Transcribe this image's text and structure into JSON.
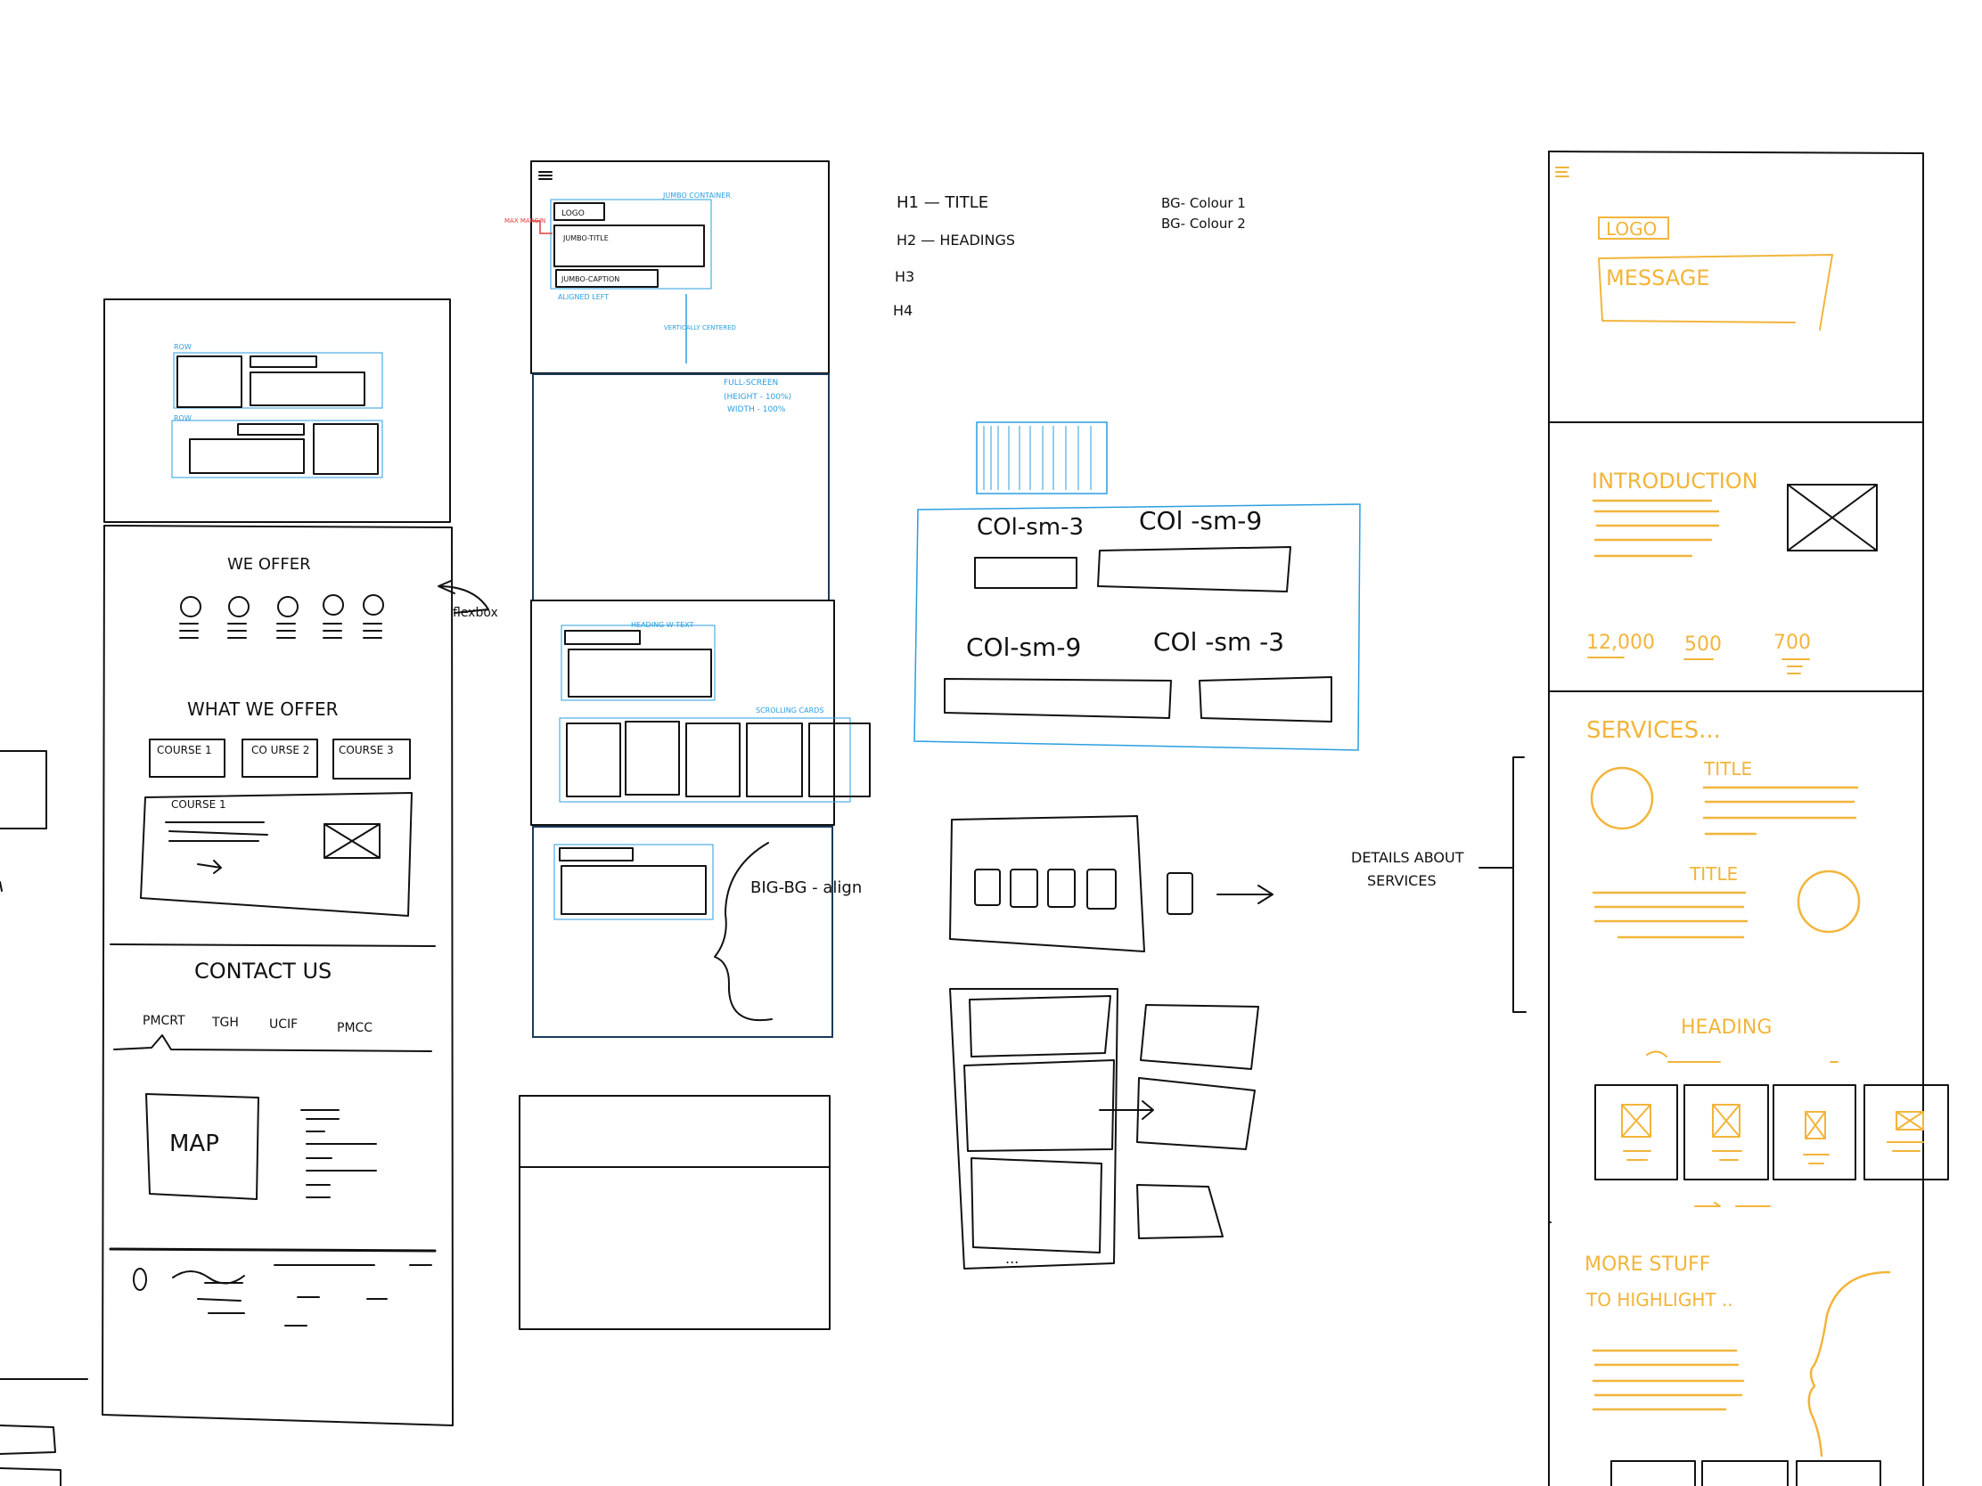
{
  "colors": {
    "ink": "#111111",
    "accent_blue": "#2b9ee0",
    "accent_gold": "#f2b53a",
    "accent_red": "#e23b3b",
    "background": "#ffffff"
  },
  "wireframe_a": {
    "row_label_1": "ROW",
    "row_label_2": "ROW",
    "we_offer": "WE OFFER",
    "what_we_offer": "WHAT WE OFFER",
    "course_1": "COURSE 1",
    "course_2": "CO URSE 2",
    "course_3": "COURSE 3",
    "course_detail": "COURSE 1",
    "contact_us": "CONTACT US",
    "tabs": [
      "PMCRT",
      "TGH",
      "UCIF",
      "PMCC"
    ],
    "map": "MAP",
    "flexbox_note": "flexbox"
  },
  "wireframe_b": {
    "jumbo_container": "JUMBO CONTAINER",
    "logo": "LOGO",
    "jumbo_title": "JUMBO-TITLE",
    "jumbo_caption": "JUMBO-CAPTION",
    "aligned_left": "ALIGNED LEFT",
    "vertically_centered": "VERTICALLY CENTERED",
    "margin_note": "MAX MARGIN",
    "full_screen_1": "FULL-SCREEN",
    "full_screen_2": "(HEIGHT - 100%)",
    "full_screen_3": "WIDTH - 100%",
    "heading_text": "HEADING W TEXT",
    "scrolling_cards": "SCROLLING CARDS",
    "big_bg": "BIG-BG - align"
  },
  "typography_notes": {
    "h1": "H1 — TITLE",
    "h2": "H2 — HEADINGS",
    "h3": "H3",
    "h4": "H4",
    "bg1": "BG- Colour 1",
    "bg2": "BG- Colour 2"
  },
  "grid_notes": {
    "col_1": "COl-sm-3",
    "col_2": "COl -sm-9",
    "col_3": "COl-sm-9",
    "col_4": "COl -sm -3"
  },
  "wireframe_c": {
    "logo": "LOGO",
    "message": "MESSAGE",
    "introduction": "INTRODUCTION",
    "stats": [
      "12,000",
      "500",
      "700"
    ],
    "services": "SERVICES...",
    "title_1": "TITLE",
    "title_2": "TITLE",
    "heading": "HEADING",
    "more_stuff_1": "MORE STUFF",
    "more_stuff_2": "TO HIGHLIGHT ..",
    "details_1": "DETAILS ABOUT",
    "details_2": "SERVICES"
  }
}
